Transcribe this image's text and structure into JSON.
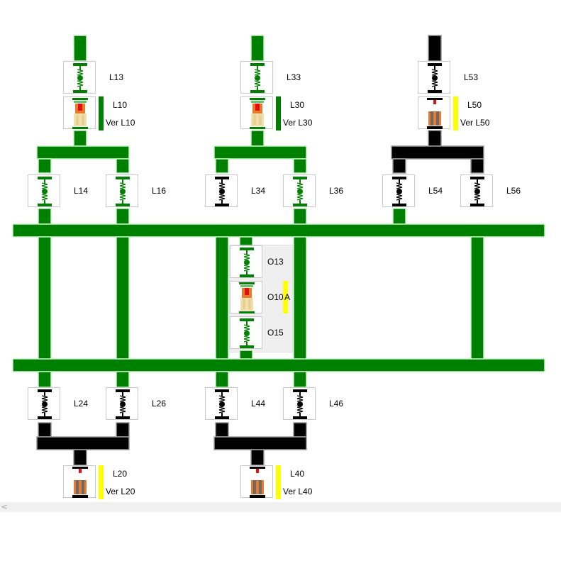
{
  "colors": {
    "energized": "#008000",
    "energized_border": "#c8f0c8",
    "deenergized": "#000000",
    "deenergized_border": "#9a9a9a",
    "warning": "#ffff00",
    "breaker_orange": "#e87a2a",
    "breaker_beige": "#f0e0b0",
    "breaker_red": "#e01010",
    "panel_bg": "#efefef"
  },
  "devices": [
    {
      "id": "L13",
      "label": "L13",
      "icon": "disconnect-switch-closed-icon",
      "state": "closed",
      "energized": true
    },
    {
      "id": "L10",
      "label": "L10",
      "sublabel": "Ver L10",
      "icon": "circuit-breaker-closed-icon",
      "state": "closed",
      "energized": true,
      "indicator": "energized"
    },
    {
      "id": "L33",
      "label": "L33",
      "icon": "disconnect-switch-closed-icon",
      "state": "closed",
      "energized": true
    },
    {
      "id": "L30",
      "label": "L30",
      "sublabel": "Ver L30",
      "icon": "circuit-breaker-closed-icon",
      "state": "closed",
      "energized": true,
      "indicator": "energized"
    },
    {
      "id": "L53",
      "label": "L53",
      "icon": "disconnect-switch-open-icon",
      "state": "open",
      "energized": false
    },
    {
      "id": "L50",
      "label": "L50",
      "sublabel": "Ver L50",
      "icon": "circuit-breaker-open-icon",
      "state": "open",
      "energized": false,
      "indicator": "warning"
    },
    {
      "id": "L14",
      "label": "L14",
      "icon": "disconnect-switch-closed-icon",
      "state": "closed",
      "energized": true
    },
    {
      "id": "L16",
      "label": "L16",
      "icon": "disconnect-switch-closed-icon",
      "state": "closed",
      "energized": true
    },
    {
      "id": "L34",
      "label": "L34",
      "icon": "disconnect-switch-open-icon",
      "state": "open",
      "energized": false
    },
    {
      "id": "L36",
      "label": "L36",
      "icon": "disconnect-switch-closed-icon",
      "state": "closed",
      "energized": true
    },
    {
      "id": "L54",
      "label": "L54",
      "icon": "disconnect-switch-open-icon",
      "state": "open",
      "energized": false
    },
    {
      "id": "L56",
      "label": "L56",
      "icon": "disconnect-switch-open-icon",
      "state": "open",
      "energized": false
    },
    {
      "id": "O13",
      "label": "O13",
      "icon": "disconnect-switch-closed-icon",
      "state": "closed",
      "energized": true
    },
    {
      "id": "O10",
      "label": "O10",
      "icon": "circuit-breaker-closed-icon",
      "state": "closed",
      "energized": true,
      "indicator": "warning",
      "flag": "A"
    },
    {
      "id": "O15",
      "label": "O15",
      "icon": "disconnect-switch-closed-icon",
      "state": "closed",
      "energized": true
    },
    {
      "id": "L24",
      "label": "L24",
      "icon": "disconnect-switch-open-icon",
      "state": "open",
      "energized": false
    },
    {
      "id": "L26",
      "label": "L26",
      "icon": "disconnect-switch-open-icon",
      "state": "open",
      "energized": false
    },
    {
      "id": "L44",
      "label": "L44",
      "icon": "disconnect-switch-open-icon",
      "state": "open",
      "energized": false
    },
    {
      "id": "L46",
      "label": "L46",
      "icon": "disconnect-switch-open-icon",
      "state": "open",
      "energized": false
    },
    {
      "id": "L20",
      "label": "L20",
      "sublabel": "Ver L20",
      "icon": "circuit-breaker-open-icon",
      "state": "open",
      "energized": false,
      "indicator": "warning"
    },
    {
      "id": "L40",
      "label": "L40",
      "sublabel": "Ver L40",
      "icon": "circuit-breaker-open-icon",
      "state": "open",
      "energized": false,
      "indicator": "warning"
    }
  ],
  "scrollbar": {
    "left_arrow": "<"
  }
}
